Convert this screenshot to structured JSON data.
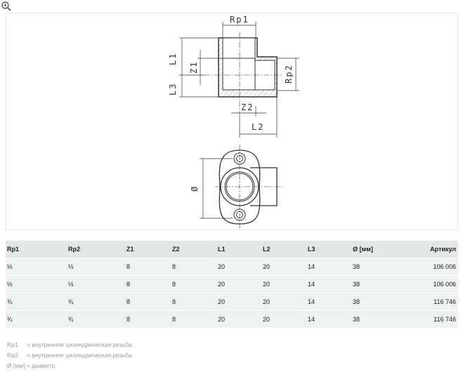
{
  "drawing": {
    "labels": {
      "rp1": "Rp1",
      "rp2": "Rp2",
      "l1": "L1",
      "l2": "L2",
      "l3": "L3",
      "z1": "Z1",
      "z2": "Z2",
      "dia": "Ø"
    },
    "zoom_icon": "zoom-in-icon"
  },
  "table": {
    "headers": [
      "Rp1",
      "Rp2",
      "Z1",
      "Z2",
      "L1",
      "L2",
      "L3",
      "Ø [мм]",
      "Артикул"
    ],
    "rows": [
      [
        "½",
        "½",
        "8",
        "8",
        "20",
        "20",
        "14",
        "38",
        "106 006"
      ],
      [
        "½",
        "½",
        "8",
        "8",
        "20",
        "20",
        "14",
        "38",
        "106 006"
      ],
      [
        "¾",
        "¾",
        "8",
        "8",
        "20",
        "20",
        "14",
        "38",
        "116 746"
      ],
      [
        "¾",
        "¾",
        "8",
        "8",
        "20",
        "20",
        "14",
        "38",
        "116 746"
      ]
    ]
  },
  "legend": [
    {
      "key": "Rp1",
      "text": "=  внутренняя цилиндрическая резьба"
    },
    {
      "key": "Rp2",
      "text": "=  внутренняя цилиндрическая резьба"
    },
    {
      "key": "Ø [мм]",
      "text": "=  диаметр"
    }
  ]
}
